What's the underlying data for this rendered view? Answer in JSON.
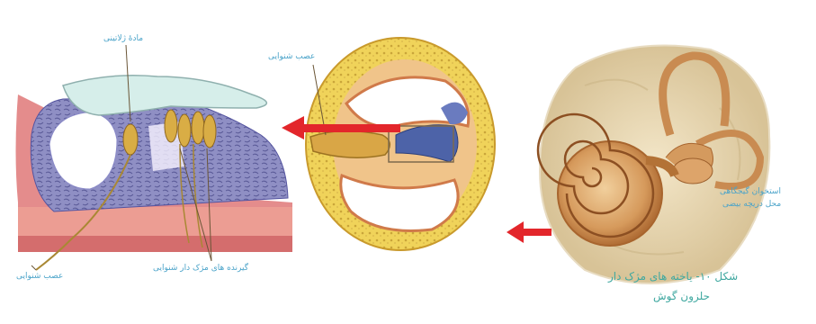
{
  "labels": {
    "gelatinous_matter": "مادهٔ ژلاتینی",
    "auditory_nerve_top": "عصب شنوایی",
    "auditory_nerve_left": "عصب شنوایی",
    "hair_cell_receptors": "گیرنده های مژک دار شنوایی",
    "temporal_bone": "استخوان گیجگاهی",
    "oval_window": "محل دریچه بیضی"
  },
  "caption": {
    "line1": "شکل ۱۰- یاخته های مژک دار",
    "line2": "حلزون گوش"
  },
  "colors": {
    "label_text": "#4aa3c9",
    "caption_text": "#3fa8a0",
    "arrow": "#e3262b"
  }
}
